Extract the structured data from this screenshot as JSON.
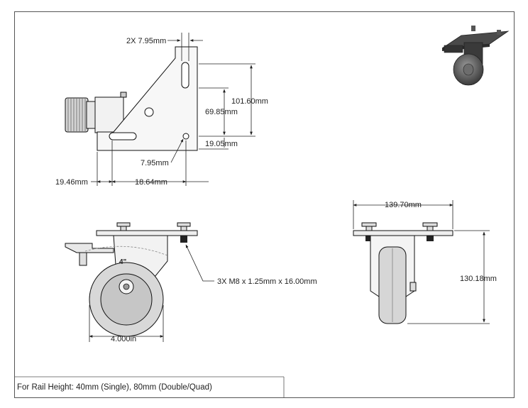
{
  "title_block": {
    "rail_note": "For Rail Height: 40mm (Single), 80mm (Double/Quad)"
  },
  "top_view": {
    "dims": {
      "slot_width": "2X 7.95mm",
      "overall_height": "101.60mm",
      "slot_spacing": "69.85mm",
      "hole_offset": "19.05mm",
      "hole_dia": "7.95mm",
      "left_offset": "19.46mm",
      "mid_offset": "18.64mm"
    }
  },
  "side_view": {
    "wheel_marking": "4\"",
    "dims": {
      "wheel_dia": "4.000in",
      "screws": "3X M8 x 1.25mm x 16.00mm"
    }
  },
  "front_view": {
    "dims": {
      "plate_width": "139.70mm",
      "overall_height": "130.18mm"
    }
  },
  "colors": {
    "line": "#222222",
    "part_fill": "#e6e6e6",
    "wheel_fill": "#d0d0d0",
    "hub_fill": "#aaaaaa",
    "photo_dark": "#3a3a3a"
  },
  "icons": {
    "iso_photo": "caster-isometric-thumbnail"
  }
}
